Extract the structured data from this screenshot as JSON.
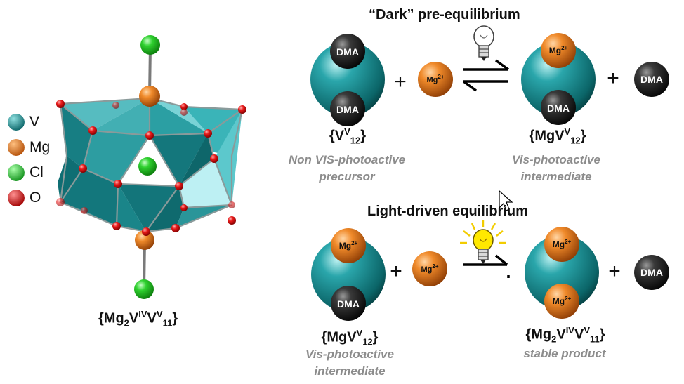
{
  "legend": [
    {
      "label": "V",
      "color": "#1a8d93"
    },
    {
      "label": "Mg",
      "color": "#e07a1f"
    },
    {
      "label": "Cl",
      "color": "#2ec02e"
    },
    {
      "label": "O",
      "color": "#e31010"
    }
  ],
  "cluster_formula": {
    "a": "{Mg",
    "a_sub": "2",
    "b": "V",
    "b_sup": "IV",
    "c": "V",
    "c_sup": "V",
    "c_sub": "11",
    "d": "}"
  },
  "dark": {
    "title": "“Dark” pre-equilibrium",
    "reactant": {
      "formula_base": "{V",
      "sup": "V",
      "sub": "12",
      "close": "}",
      "caption_line1": "Non VIS-photoactive",
      "caption_line2": "precursor"
    },
    "product": {
      "formula_base": "{MgV",
      "sup": "V",
      "sub": "12",
      "close": "}",
      "caption_line1": "Vis-photoactive",
      "caption_line2": "intermediate"
    }
  },
  "light": {
    "title": "Light-driven equilibrium",
    "reactant": {
      "formula_base": "{MgV",
      "sup": "V",
      "sub": "12",
      "close": "}",
      "caption_line1": "Vis-photoactive",
      "caption_line2": "intermediate"
    },
    "product": {
      "f1": "{Mg",
      "f1_sub": "2",
      "f2": "V",
      "f2_sup": "IV",
      "f3": "V",
      "f3_sup": "V",
      "f3_sub": "11",
      "f4": "}",
      "caption_line1": "stable product"
    }
  },
  "sphere_labels": {
    "dma": "DMA",
    "mg_base": "Mg",
    "mg_charge": "2+"
  },
  "operator_plus": "+",
  "colors": {
    "teal": "#1a8d93",
    "orange": "#e07a1f",
    "black": "#1e1e1e",
    "bulb_lit": "#ffe800"
  }
}
